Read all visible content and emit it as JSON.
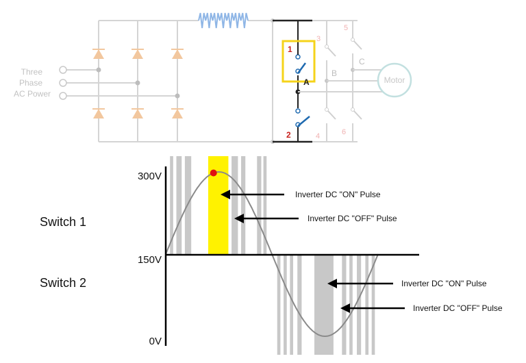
{
  "circuit": {
    "ac_source_label": [
      "Three",
      "Phase",
      "AC Power"
    ],
    "motor_label": "Motor",
    "switch_labels": [
      "1",
      "2",
      "3",
      "4",
      "5",
      "6"
    ],
    "node_labels": {
      "a": "A",
      "b": "B",
      "c": "C"
    },
    "colors": {
      "wire": "#d4d4d4",
      "diode": "#f2c79e",
      "inductor": "#8fb6e6",
      "highlight": "#f5d31a",
      "active_switch": "#1f6ab0",
      "switch_number": "#c8201c"
    }
  },
  "chart": {
    "y_labels": {
      "max": "300V",
      "mid": "150V",
      "min": "0V"
    },
    "switch_labels": {
      "top": "Switch 1",
      "bottom": "Switch 2"
    },
    "annotations": {
      "s1_on": "Inverter DC \"ON\" Pulse",
      "s1_off": "Inverter DC \"OFF\" Pulse",
      "s2_on": "Inverter DC \"ON\" Pulse",
      "s2_off": "Inverter DC \"OFF\" Pulse"
    },
    "colors": {
      "pulse": "#c8c8c8",
      "highlight_pulse": "#fff200",
      "wave": "#8a8a8a",
      "marker": "#e01010",
      "axis": "#000000"
    }
  },
  "chart_data": {
    "type": "line",
    "ylim": [
      0,
      300
    ],
    "y_ticks": [
      {
        "value": 300,
        "label": "300V"
      },
      {
        "value": 150,
        "label": "150V"
      },
      {
        "value": 0,
        "label": "0V"
      }
    ],
    "wave": {
      "shape": "sine",
      "offset": 150,
      "amplitude": 150,
      "cycles": 1,
      "start_phase": 0
    },
    "pulses_switch1": [
      {
        "start": 0.02,
        "end": 0.035
      },
      {
        "start": 0.05,
        "end": 0.075
      },
      {
        "start": 0.09,
        "end": 0.12
      },
      {
        "start": 0.2,
        "end": 0.295,
        "highlight": true
      },
      {
        "start": 0.31,
        "end": 0.34
      },
      {
        "start": 0.355,
        "end": 0.375
      },
      {
        "start": 0.43,
        "end": 0.45
      },
      {
        "start": 0.46,
        "end": 0.475
      }
    ],
    "pulses_switch2": [
      {
        "start": 0.525,
        "end": 0.54
      },
      {
        "start": 0.555,
        "end": 0.57
      },
      {
        "start": 0.585,
        "end": 0.6
      },
      {
        "start": 0.62,
        "end": 0.64
      },
      {
        "start": 0.7,
        "end": 0.79
      },
      {
        "start": 0.83,
        "end": 0.85
      },
      {
        "start": 0.865,
        "end": 0.88
      },
      {
        "start": 0.9,
        "end": 0.92
      },
      {
        "start": 0.94,
        "end": 0.955
      },
      {
        "start": 0.97,
        "end": 0.985
      }
    ],
    "marker": {
      "phase": 0.225,
      "note": "peak marker on Switch 1 ON pulse"
    }
  }
}
